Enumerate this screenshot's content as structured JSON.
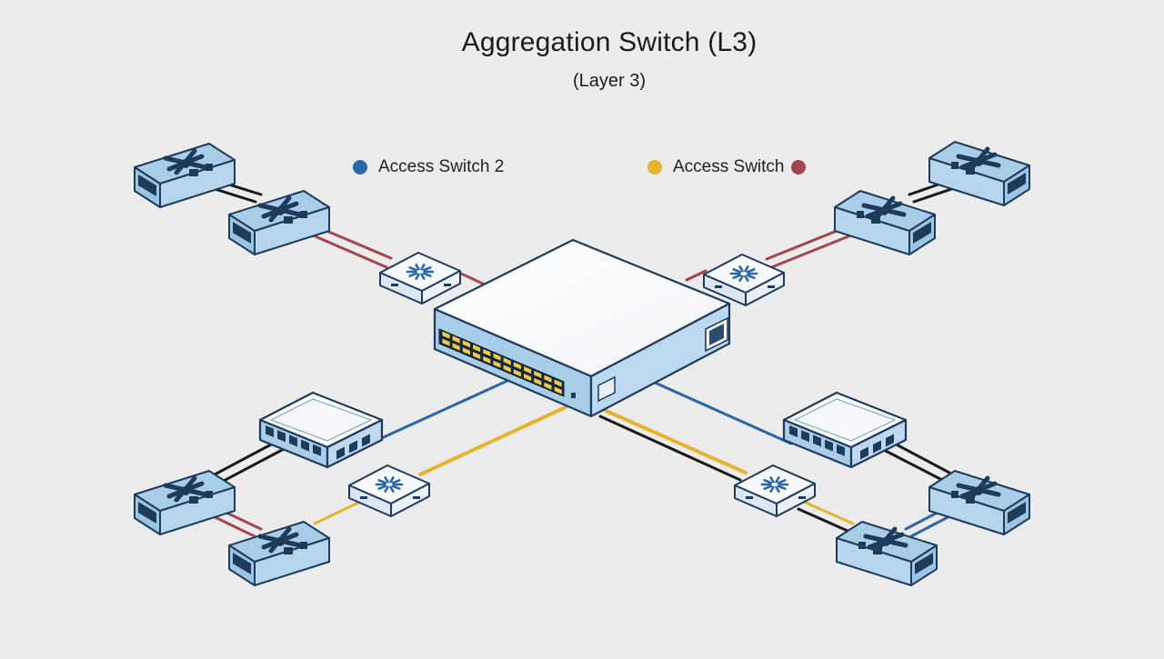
{
  "diagram": {
    "title": "Aggregation Switch (L3)",
    "subtitle": "(Layer 3)",
    "legend": [
      {
        "label": "Access Switch 2",
        "color": "#2a66a8",
        "dot_side": "left"
      },
      {
        "label": "Access Switch",
        "color": "#e5b431",
        "dot_side": "left",
        "extra_dot_color": "#a3464f"
      }
    ],
    "colors": {
      "background": "#ececec",
      "device_blue": "#a8cde9",
      "device_dark": "#1f3b5c",
      "link_blue": "#2a66a8",
      "link_yellow": "#e5b431",
      "link_red": "#a3464f",
      "link_black": "#1a1a1a",
      "port_yellow": "#f0c84a"
    },
    "nodes": [
      {
        "id": "aggregation-switch",
        "type": "aggregation-switch"
      },
      {
        "id": "access-switch-nw-1",
        "type": "access-switch"
      },
      {
        "id": "access-switch-nw-2",
        "type": "access-switch"
      },
      {
        "id": "access-switch-ne-1",
        "type": "access-switch"
      },
      {
        "id": "access-switch-ne-2",
        "type": "access-switch"
      },
      {
        "id": "access-switch-sw-1",
        "type": "access-switch"
      },
      {
        "id": "access-switch-sw-2",
        "type": "access-switch"
      },
      {
        "id": "access-switch-se-1",
        "type": "access-switch"
      },
      {
        "id": "access-switch-se-2",
        "type": "access-switch"
      },
      {
        "id": "edge-switch-sw",
        "type": "edge-switch"
      },
      {
        "id": "edge-switch-se",
        "type": "edge-switch"
      },
      {
        "id": "hub-nw",
        "type": "hub"
      },
      {
        "id": "hub-ne",
        "type": "hub"
      },
      {
        "id": "hub-sw",
        "type": "hub"
      },
      {
        "id": "hub-se",
        "type": "hub"
      }
    ],
    "links": [
      {
        "from": "access-switch-nw-1",
        "to": "access-switch-nw-2",
        "color": "black"
      },
      {
        "from": "access-switch-nw-2",
        "to": "hub-nw",
        "color": "red"
      },
      {
        "from": "hub-nw",
        "to": "aggregation-switch",
        "color": "red"
      },
      {
        "from": "access-switch-ne-1",
        "to": "access-switch-ne-2",
        "color": "black"
      },
      {
        "from": "access-switch-ne-2",
        "to": "hub-ne",
        "color": "red"
      },
      {
        "from": "hub-ne",
        "to": "aggregation-switch",
        "color": "red"
      },
      {
        "from": "aggregation-switch",
        "to": "edge-switch-sw",
        "color": "blue"
      },
      {
        "from": "aggregation-switch",
        "to": "hub-sw",
        "color": "yellow"
      },
      {
        "from": "edge-switch-sw",
        "to": "access-switch-sw-1",
        "color": "black"
      },
      {
        "from": "access-switch-sw-1",
        "to": "access-switch-sw-2",
        "color": "red"
      },
      {
        "from": "hub-sw",
        "to": "access-switch-sw-2",
        "color": "yellow"
      },
      {
        "from": "aggregation-switch",
        "to": "edge-switch-se",
        "color": "blue"
      },
      {
        "from": "aggregation-switch",
        "to": "hub-se",
        "color": "yellow"
      },
      {
        "from": "edge-switch-se",
        "to": "access-switch-se-1",
        "color": "black"
      },
      {
        "from": "hub-se",
        "to": "access-switch-se-2",
        "color": "black"
      },
      {
        "from": "access-switch-se-1",
        "to": "access-switch-se-2",
        "color": "blue"
      }
    ]
  }
}
